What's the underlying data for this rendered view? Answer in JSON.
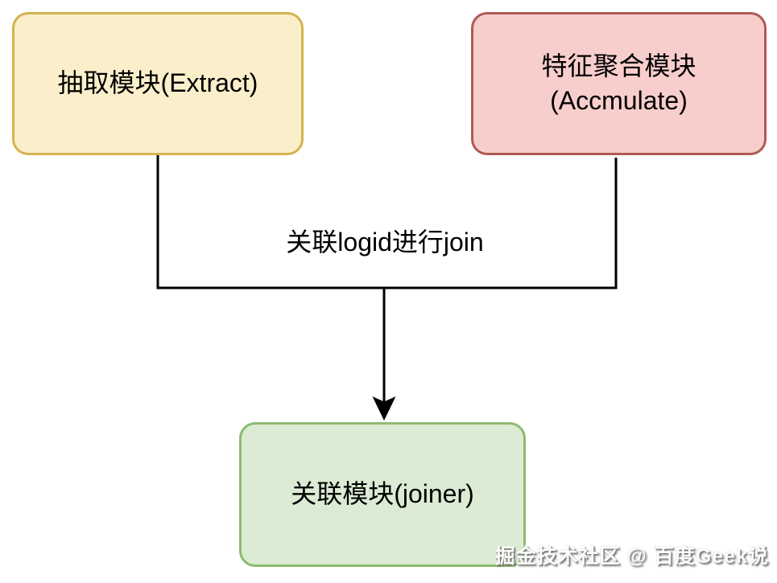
{
  "diagram": {
    "nodes": {
      "extract": {
        "label": "抽取模块(Extract)",
        "fill": "#FBEFCB",
        "border": "#D4B351"
      },
      "accumulate": {
        "label_line1": "特征聚合模块",
        "label_line2": "(Accmulate)",
        "fill": "#F7CECC",
        "border": "#B05A55"
      },
      "joiner": {
        "label": "关联模块(joiner)",
        "fill": "#DCEBD4",
        "border": "#8CBB70"
      }
    },
    "edge": {
      "label": "关联logid进行join",
      "color": "#000000"
    }
  },
  "watermark": {
    "text": "掘金技术社区 @ 百度Geek说"
  }
}
